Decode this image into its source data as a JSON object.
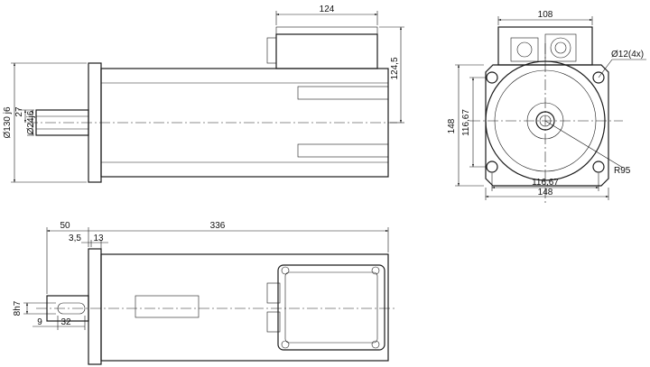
{
  "drawing": {
    "dimensions": {
      "top_box_width": "124",
      "top_box_height": "124,5",
      "flange_dia": "Ø130 j6",
      "shaft_len": "27",
      "shaft_dia": "Ø24j6",
      "right_top_width": "108",
      "hole_spec": "Ø12(4x)",
      "height_148": "148",
      "pitch_v": "116,67",
      "pitch_h": "116,67",
      "width_148": "148",
      "radius": "R95",
      "flange_50": "50",
      "length_336": "336",
      "d_3_5": "3,5",
      "d_13": "13",
      "key_8h7": "8h7",
      "key_9": "9",
      "key_32": "32"
    }
  }
}
